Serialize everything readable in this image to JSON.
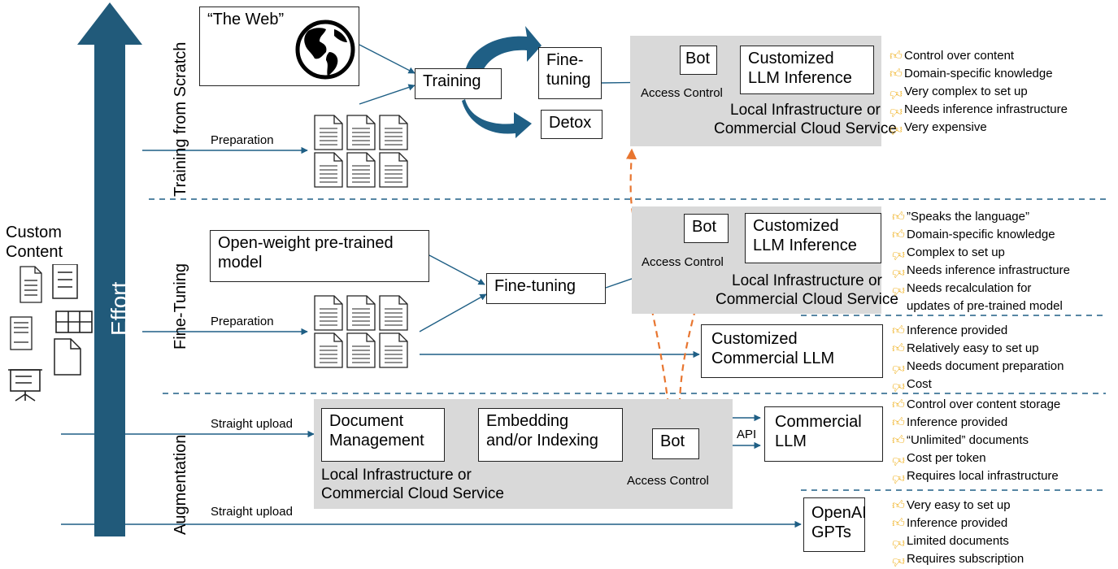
{
  "effort_label": "Effort",
  "custom_content": [
    "Custom",
    "Content"
  ],
  "sections": {
    "training": "Training from Scratch",
    "finetuning": "Fine-Tuning",
    "augmentation": "Augmentation"
  },
  "row1": {
    "the_web": "“The Web”",
    "preparation": "Preparation",
    "training": "Training",
    "finetuning": [
      "Fine-",
      "tuning"
    ],
    "detox": "Detox",
    "bot": "Bot",
    "llm": [
      "Customized",
      "LLM Inference"
    ],
    "access_control": "Access Control",
    "infra": [
      "Local Infrastructure or",
      "Commercial Cloud Service"
    ],
    "pros_cons": [
      {
        "kind": "pro",
        "text": "Control over content"
      },
      {
        "kind": "pro",
        "text": "Domain-specific knowledge"
      },
      {
        "kind": "con",
        "text": "Very complex to set up"
      },
      {
        "kind": "con",
        "text": "Needs inference infrastructure"
      },
      {
        "kind": "con",
        "text": "Very expensive"
      }
    ]
  },
  "row2": {
    "model": [
      "Open-weight pre-trained",
      "model"
    ],
    "preparation": "Preparation",
    "finetuning": "Fine-tuning",
    "bot": "Bot",
    "llm": [
      "Customized",
      "LLM Inference"
    ],
    "access_control": "Access Control",
    "infra": [
      "Local Infrastructure or",
      "Commercial Cloud Service"
    ],
    "pros_cons": [
      {
        "kind": "pro",
        "text": "”Speaks the language”"
      },
      {
        "kind": "pro",
        "text": "Domain-specific knowledge"
      },
      {
        "kind": "con",
        "text": "Complex to set up"
      },
      {
        "kind": "con",
        "text": "Needs inference infrastructure"
      },
      {
        "kind": "con",
        "text": "Needs recalculation for"
      }
    ],
    "pros_cons_cont": "updates of pre-trained model",
    "commercial_llm": [
      "Customized",
      "Commercial LLM"
    ],
    "pros_cons2": [
      {
        "kind": "pro",
        "text": "Inference provided"
      },
      {
        "kind": "pro",
        "text": "Relatively easy to set up"
      },
      {
        "kind": "con",
        "text": "Needs document preparation"
      },
      {
        "kind": "con",
        "text": "Cost"
      }
    ]
  },
  "row3": {
    "straight_upload": "Straight upload",
    "doc_mgmt": [
      "Document",
      "Management"
    ],
    "embedding": [
      "Embedding",
      "and/or Indexing"
    ],
    "bot": "Bot",
    "api": "API",
    "commercial_llm": [
      "Commercial",
      "LLM"
    ],
    "access_control": "Access Control",
    "infra": [
      "Local Infrastructure or",
      "Commercial Cloud Service"
    ],
    "pros_cons": [
      {
        "kind": "pro",
        "text": "Control over content storage"
      },
      {
        "kind": "pro",
        "text": "Inference provided"
      },
      {
        "kind": "pro",
        "text": "“Unlimited” documents"
      },
      {
        "kind": "con",
        "text": "Cost per token"
      },
      {
        "kind": "con",
        "text": "Requires local infrastructure"
      }
    ]
  },
  "row4": {
    "straight_upload": "Straight upload",
    "gpts": [
      "OpenAI",
      "GPTs"
    ],
    "pros_cons": [
      {
        "kind": "pro",
        "text": "Very easy to set up"
      },
      {
        "kind": "pro",
        "text": "Inference provided"
      },
      {
        "kind": "con",
        "text": "Limited documents"
      },
      {
        "kind": "con",
        "text": "Requires subscription"
      }
    ]
  },
  "colors": {
    "arrow_blue": "#1f5f85",
    "effort_arrow": "#215a7a",
    "dash_blue": "#1f5f85",
    "dash_orange": "#e8752f",
    "gray_box": "#d9d9d9",
    "thumb": "#f0b429"
  }
}
